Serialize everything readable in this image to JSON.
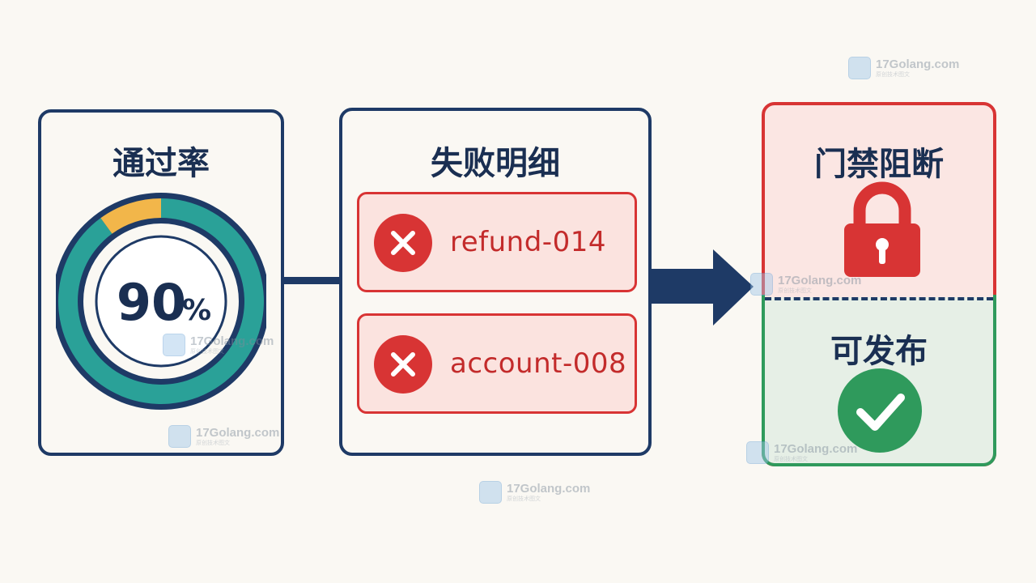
{
  "colors": {
    "navy": "#1e3a66",
    "teal": "#2aa198",
    "amber": "#f2b64a",
    "red": "#d83434",
    "green": "#2f9a5c"
  },
  "pass_panel": {
    "title": "通过率",
    "value_number": "90",
    "value_percent": "%",
    "pass_fraction": 0.9
  },
  "fail_panel": {
    "title": "失败明细",
    "items": [
      {
        "icon": "x-circle-icon",
        "label": "refund-014"
      },
      {
        "icon": "x-circle-icon",
        "label": "account-008"
      }
    ]
  },
  "gate_panel": {
    "blocked_title": "门禁阻断",
    "blocked_icon": "lock-icon",
    "release_title": "可发布",
    "release_icon": "check-circle-icon"
  },
  "watermark": {
    "text": "17Golang.com",
    "subtext": "原创技术图文"
  }
}
